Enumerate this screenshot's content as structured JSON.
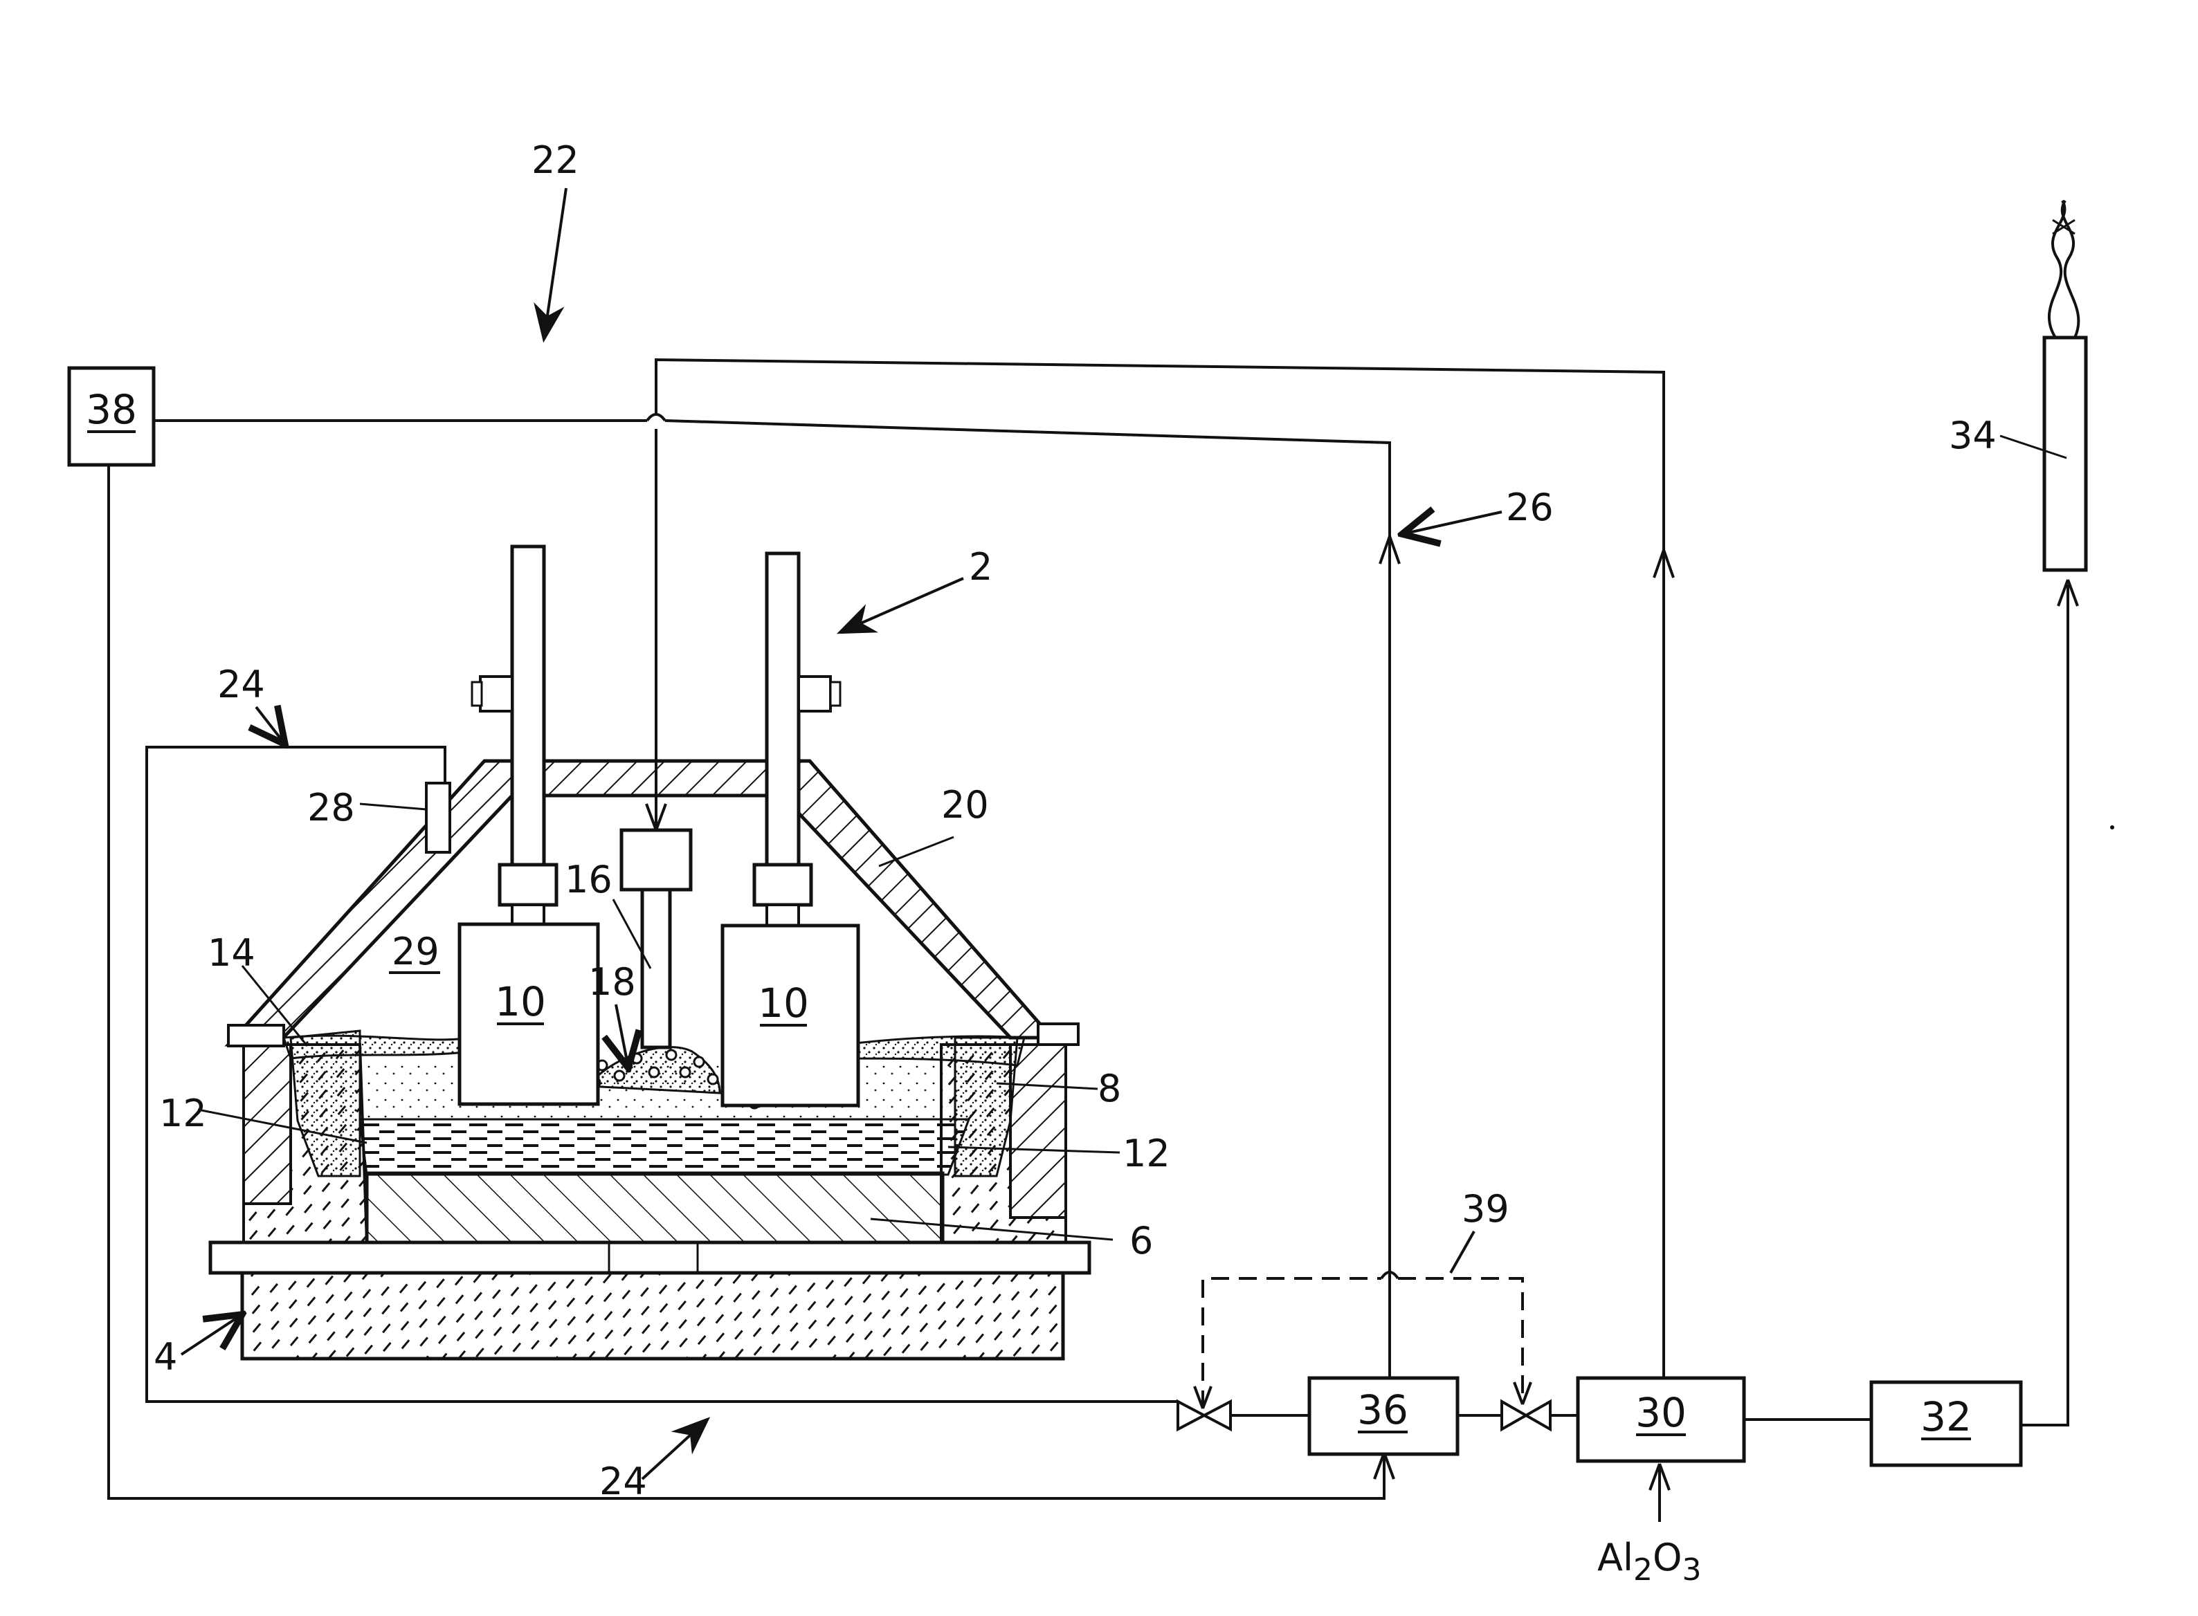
{
  "labels": {
    "n22": "22",
    "n2": "2",
    "n26": "26",
    "n34": "34",
    "n24_top": "24",
    "n28": "28",
    "n20": "20",
    "n16": "16",
    "n29": "29",
    "n14": "14",
    "n18": "18",
    "n10_left": "10",
    "n10_right": "10",
    "n8": "8",
    "n12_left": "12",
    "n12_right": "12",
    "n6": "6",
    "n4": "4",
    "n39": "39",
    "n24_bottom": "24",
    "alumina": "Al",
    "alumina_sub1": "2",
    "alumina_o": "O",
    "alumina_sub2": "3"
  },
  "boxes": {
    "b38": "38",
    "b36": "36",
    "b30": "30",
    "b32": "32"
  }
}
